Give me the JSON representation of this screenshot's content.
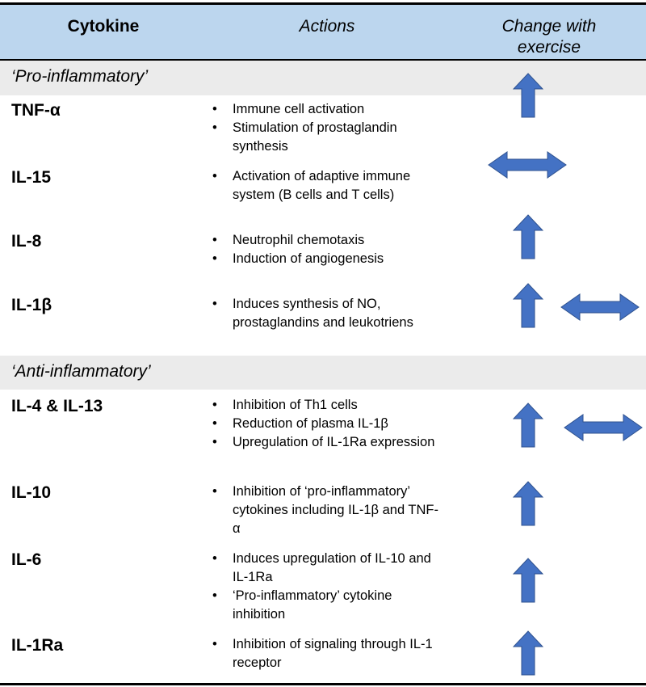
{
  "header": {
    "col1": "Cytokine",
    "col2": "Actions",
    "col3_line1": "Change with",
    "col3_line2": "exercise"
  },
  "sections": [
    {
      "title": "‘Pro-inflammatory’",
      "rows": [
        {
          "name": "TNF-α",
          "actions": [
            "Immune cell activation",
            "Stimulation of prostaglandin synthesis"
          ],
          "change": [
            "up-arrow-icon"
          ]
        },
        {
          "name": "IL-15",
          "actions": [
            "Activation of adaptive immune system (B cells and T cells)"
          ],
          "change": [
            "left-right-arrow-icon"
          ]
        },
        {
          "name": "IL-8",
          "actions": [
            "Neutrophil chemotaxis",
            "Induction of angiogenesis"
          ],
          "change": [
            "up-arrow-icon"
          ]
        },
        {
          "name": "IL-1β",
          "actions": [
            "Induces synthesis of NO, prostaglandins and leukotriens"
          ],
          "change": [
            "up-arrow-icon",
            "left-right-arrow-icon"
          ]
        }
      ]
    },
    {
      "title": "‘Anti-inflammatory’",
      "rows": [
        {
          "name": "IL-4 & IL-13",
          "actions": [
            "Inhibition of Th1 cells",
            "Reduction of plasma IL-1β",
            "Upregulation of IL-1Ra expression"
          ],
          "change": [
            "up-arrow-icon",
            "left-right-arrow-icon"
          ]
        },
        {
          "name": "IL-10",
          "actions": [
            "Inhibition of ‘pro-inflammatory’ cytokines including IL-1β and TNF-α"
          ],
          "change": [
            "up-arrow-icon"
          ]
        },
        {
          "name": "IL-6",
          "actions": [
            "Induces upregulation of IL-10 and IL-1Ra",
            "‘Pro-inflammatory’ cytokine inhibition"
          ],
          "change": [
            "up-arrow-icon"
          ]
        },
        {
          "name": "IL-1Ra",
          "actions": [
            "Inhibition of signaling through IL-1 receptor"
          ],
          "change": [
            "up-arrow-icon"
          ]
        }
      ]
    }
  ],
  "colors": {
    "header_bg": "#bcd6ee",
    "section_bg": "#ebebeb",
    "arrow_fill": "#4472c4",
    "arrow_stroke": "#2f528f"
  }
}
